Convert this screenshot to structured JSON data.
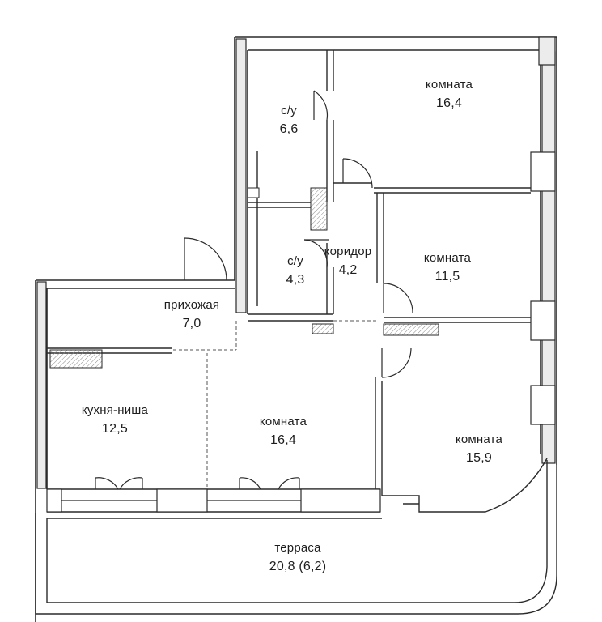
{
  "rooms": [
    {
      "id": "room-ne",
      "name": "комната",
      "area": "16,4"
    },
    {
      "id": "bath-1",
      "name": "с/у",
      "area": "6,6"
    },
    {
      "id": "bath-2",
      "name": "с/у",
      "area": "4,3"
    },
    {
      "id": "corridor",
      "name": "коридор",
      "area": "4,2"
    },
    {
      "id": "room-e",
      "name": "комната",
      "area": "11,5"
    },
    {
      "id": "hall",
      "name": "прихожая",
      "area": "7,0"
    },
    {
      "id": "kitchen",
      "name": "кухня-ниша",
      "area": "12,5"
    },
    {
      "id": "room-c",
      "name": "комната",
      "area": "16,4"
    },
    {
      "id": "room-se",
      "name": "комната",
      "area": "15,9"
    },
    {
      "id": "terrace",
      "name": "терраса",
      "area": "20,8 (6,2)"
    }
  ]
}
